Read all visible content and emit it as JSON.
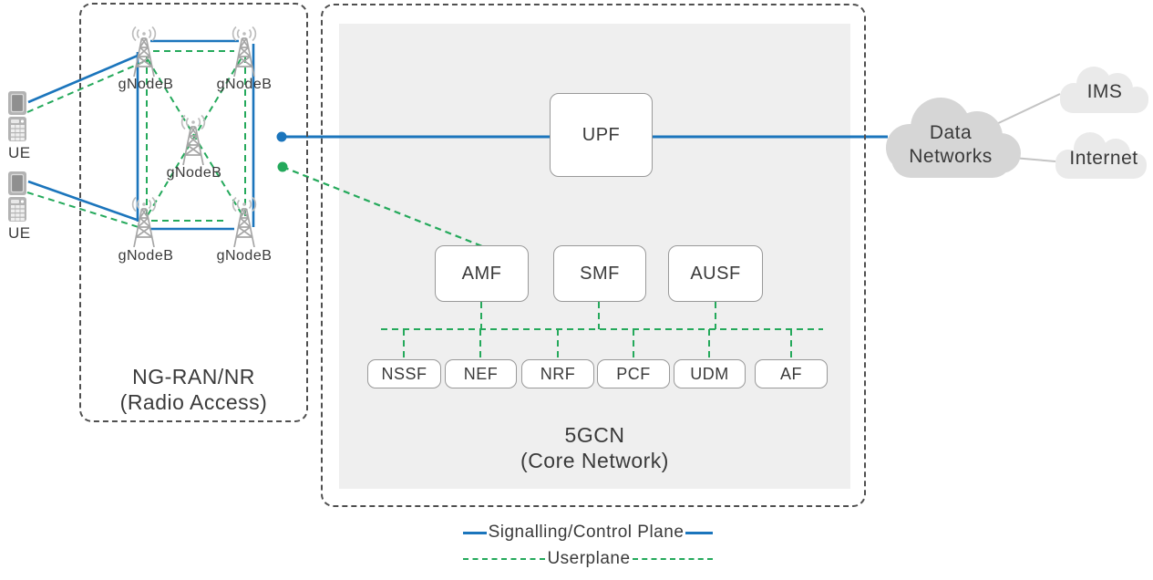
{
  "colors": {
    "control_plane_blue": "#1b75bc",
    "user_plane_green": "#24a95b"
  },
  "ran": {
    "title_line1": "NG-RAN/NR",
    "title_line2": "(Radio Access)",
    "gnodeb_label": "gNodeB",
    "ue_label": "UE"
  },
  "core": {
    "title_line1": "5GCN",
    "title_line2": "(Core Network)",
    "upf_label": "UPF",
    "nf_row_top": [
      "AMF",
      "SMF",
      "AUSF"
    ],
    "nf_row_bottom": [
      "NSSF",
      "NEF",
      "NRF",
      "PCF",
      "UDM",
      "AF"
    ]
  },
  "external": {
    "data_networks_line1": "Data",
    "data_networks_line2": "Networks",
    "ims_label": "IMS",
    "internet_label": "Internet"
  },
  "legend": {
    "control_plane_label": "Signalling/Control Plane",
    "user_plane_label": "Userplane"
  }
}
